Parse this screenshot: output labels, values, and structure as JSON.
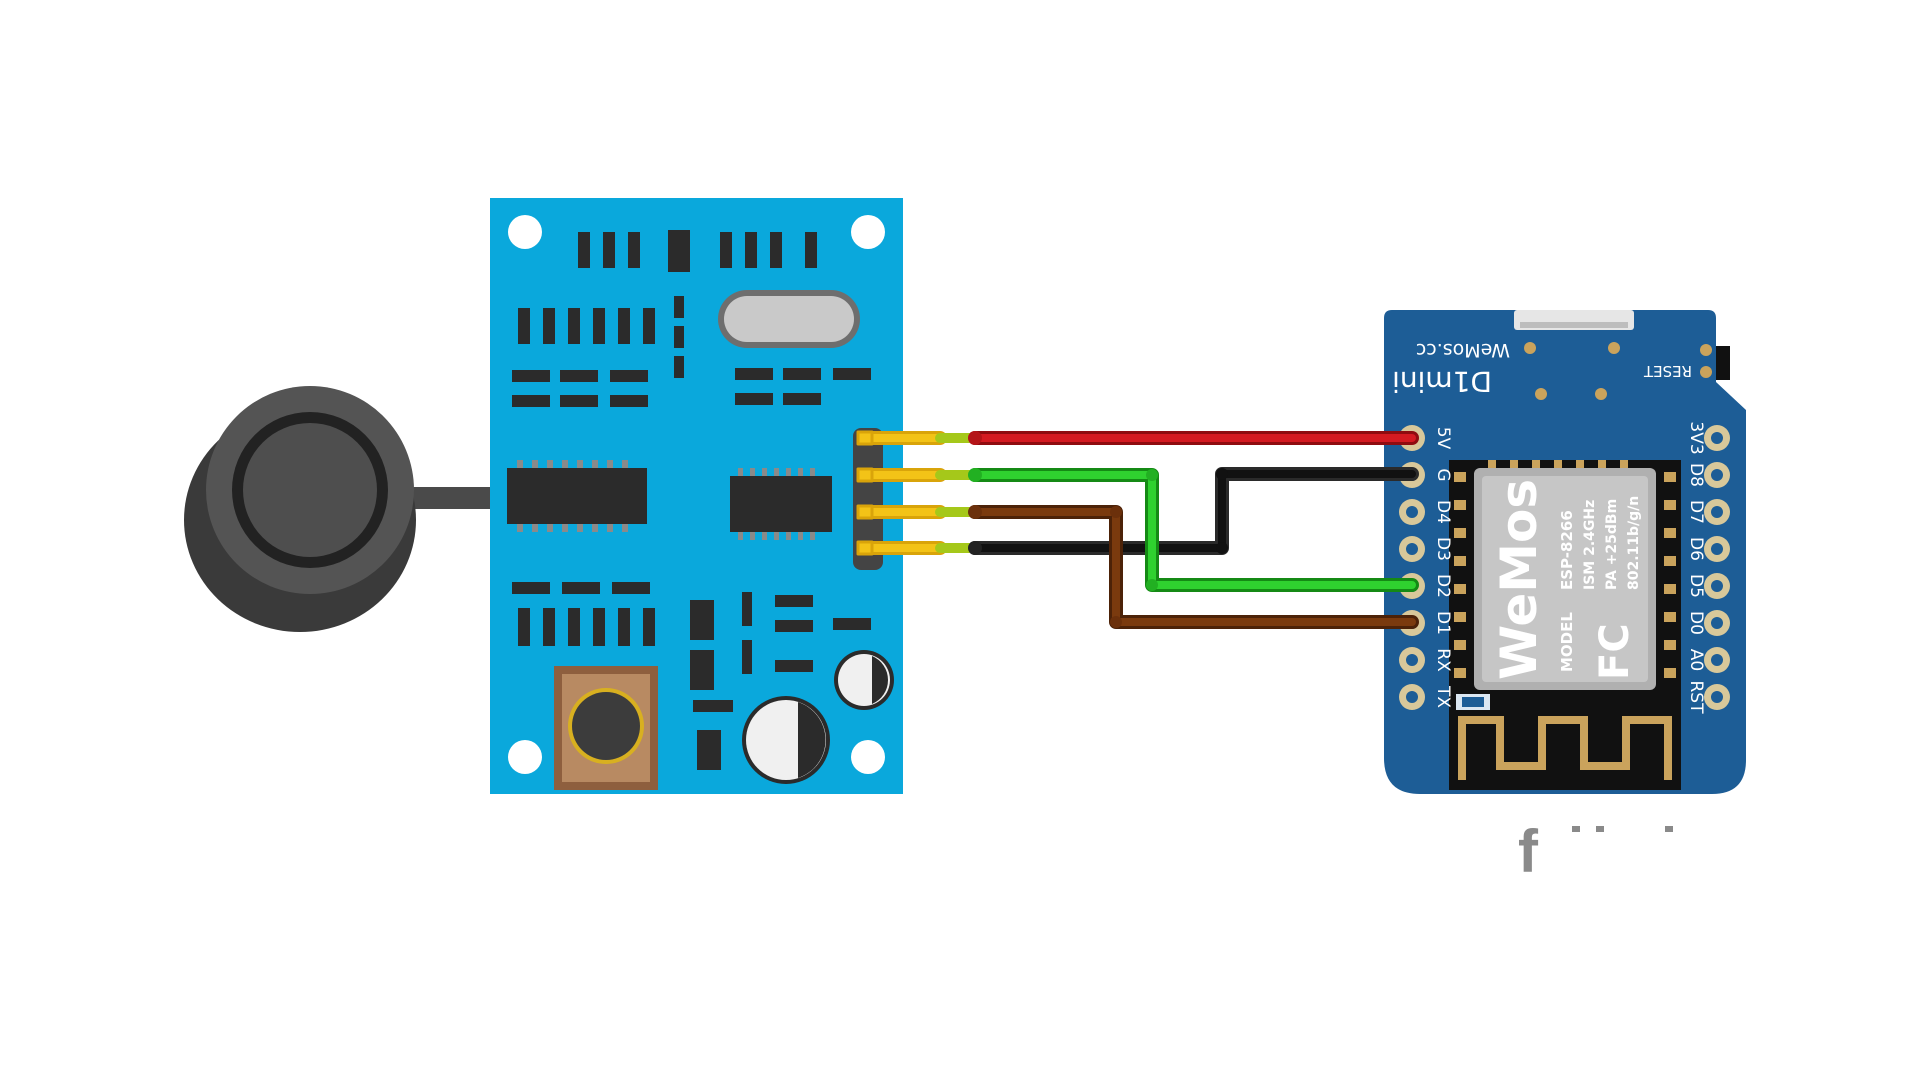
{
  "sensor_module": {
    "name": "ultrasonic sensor module"
  },
  "wemos": {
    "brand": "WeMos.cc",
    "model": "D1mini",
    "reset_label": "RESET",
    "left_pins": [
      "5V",
      "G",
      "D4",
      "D3",
      "D2",
      "D1",
      "RX",
      "TX"
    ],
    "right_pins": [
      "3V3",
      "D8",
      "D7",
      "D6",
      "D5",
      "D0",
      "A0",
      "RST"
    ],
    "chip": {
      "logo": "WeMos",
      "model_label": "MODEL",
      "model_name": "ESP-8266",
      "spec_1": "ISM 2.4GHz",
      "spec_2": "PA +25dBm",
      "spec_3": "802.11b/g/n",
      "cert": "FC"
    }
  },
  "footer_partial": "f",
  "wires": [
    {
      "from": "sensor pin 1",
      "to": "5V",
      "color": "#c8161d"
    },
    {
      "from": "sensor pin 2",
      "to": "D2",
      "color": "#1fb41f"
    },
    {
      "from": "sensor pin 3",
      "to": "D1",
      "color": "#7a3a0e"
    },
    {
      "from": "sensor pin 4",
      "to": "G",
      "color": "#111111"
    }
  ],
  "colors": {
    "sensor_pcb": "#0aa8dc",
    "wemos_pcb": "#1d5d96",
    "sensor_leg": "#f3c317"
  }
}
